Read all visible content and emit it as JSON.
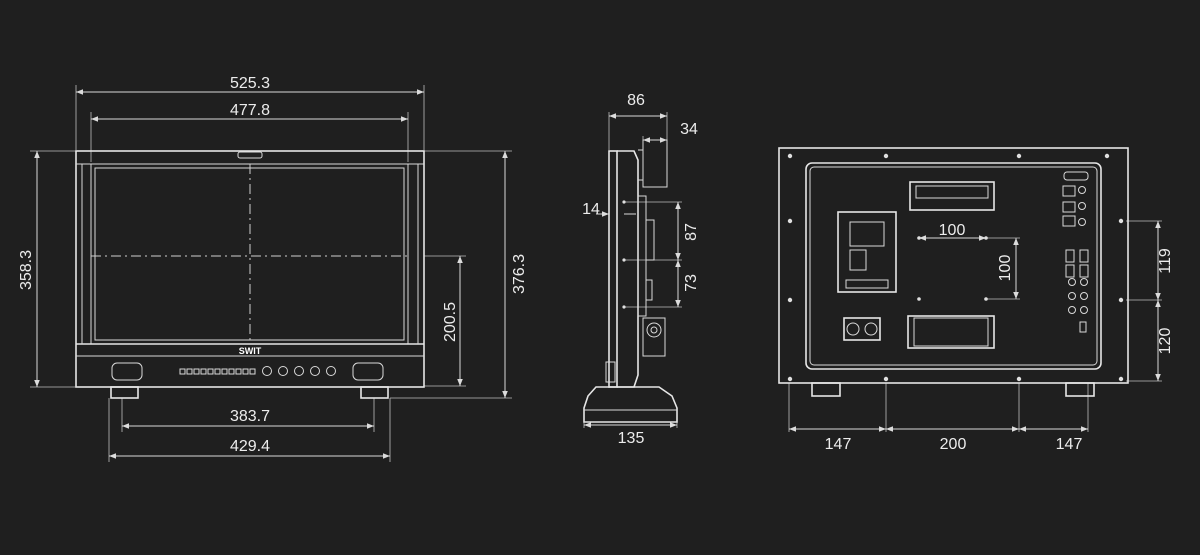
{
  "front_view": {
    "brand": "SWIT",
    "dims": {
      "overall_width": "525.3",
      "screen_width": "477.8",
      "height": "358.3",
      "overall_height": "376.3",
      "mount_height": "200.5",
      "foot_inner": "383.7",
      "foot_outer": "429.4"
    }
  },
  "side_view": {
    "dims": {
      "depth": "86",
      "back_box": "34",
      "offset": "14",
      "upper": "87",
      "lower": "73",
      "base": "135"
    }
  },
  "rear_view": {
    "dims": {
      "vesa_h": "100",
      "vesa_v": "100",
      "right_upper": "119",
      "right_lower": "120",
      "bottom_left": "147",
      "bottom_mid": "200",
      "bottom_right": "147"
    }
  }
}
